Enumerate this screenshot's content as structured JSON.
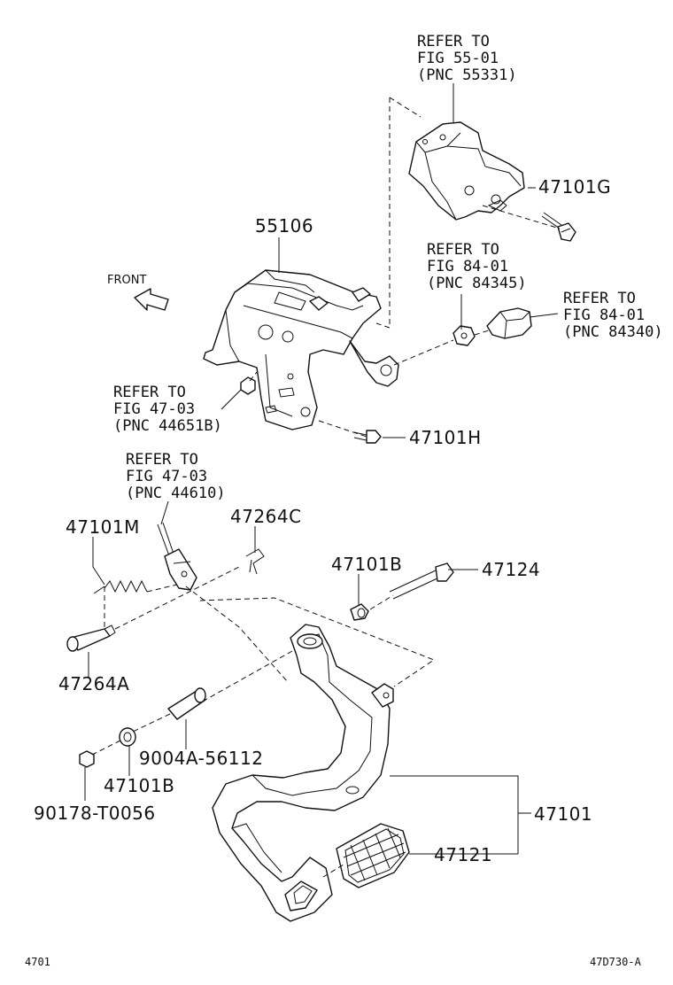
{
  "callouts": {
    "fig55_l1": "REFER TO",
    "fig55_l2": "FIG 55-01",
    "fig55_l3": "(PNC 55331)",
    "fig84a_l1": "REFER TO",
    "fig84a_l2": "FIG 84-01",
    "fig84a_l3": "(PNC 84345)",
    "fig84b_l1": "REFER TO",
    "fig84b_l2": "FIG 84-01",
    "fig84b_l3": "(PNC 84340)",
    "fig47a_l1": "REFER TO",
    "fig47a_l2": "FIG 47-03",
    "fig47a_l3": "(PNC 44651B)",
    "fig47b_l1": "REFER TO",
    "fig47b_l2": "FIG 47-03",
    "fig47b_l3": "(PNC 44610)"
  },
  "parts": {
    "p47101G": "47101G",
    "p55106": "55106",
    "p47101H": "47101H",
    "p47101M": "47101M",
    "p47264C": "47264C",
    "p47101B_top": "47101B",
    "p47124": "47124",
    "p47264A": "47264A",
    "p9004A": "9004A-56112",
    "p47101B_bottom": "47101B",
    "p90178": "90178-T0056",
    "p47101": "47101",
    "p47121": "47121"
  },
  "labels": {
    "front": "FRONT"
  },
  "footer": {
    "figure_id": "4701",
    "drawing_id": "47D730-A"
  }
}
